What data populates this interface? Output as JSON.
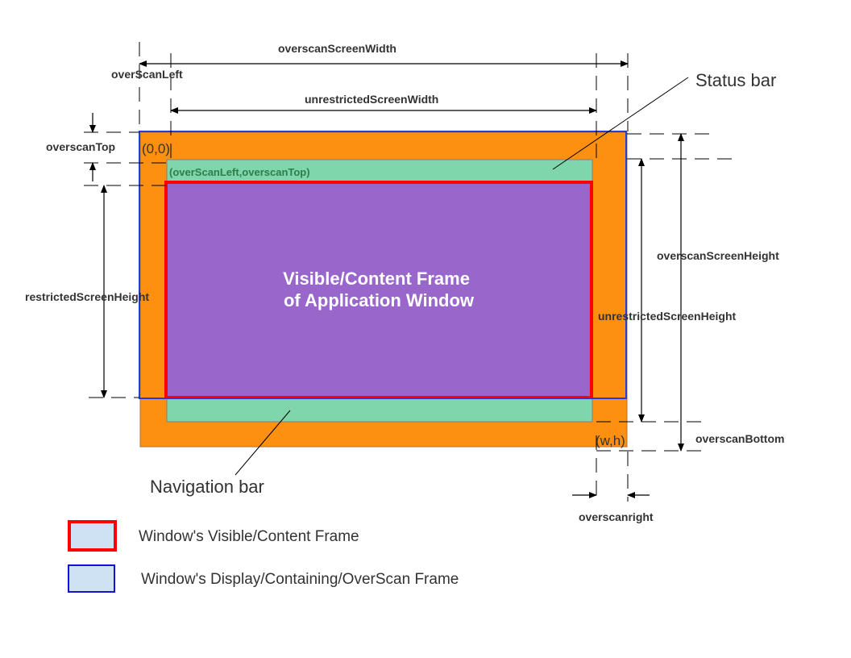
{
  "diagram": {
    "title": "Window frames and overscan layout",
    "colors": {
      "overscan_area": "#fd9010",
      "bars": "#7fd6ac",
      "content": "#9966cc",
      "visible_frame_border": "#ff0000",
      "display_frame_border": "#1e3fd8",
      "legend_fill": "#cfe2f3",
      "text": "#333333"
    },
    "dimension_labels": {
      "overscan_screen_width": "overscanScreenWidth",
      "overscan_left": "overScanLeft",
      "unrestricted_screen_width": "unrestrictedScreenWidth",
      "overscan_top": "overscanTop",
      "restricted_screen_height": "restrictedScreenHeight",
      "overscan_screen_height": "overscanScreenHeight",
      "unrestricted_screen_height": "unrestrictedScreenHeight",
      "overscan_bottom": "overscanBottom",
      "overscan_right": "overscanright"
    },
    "coordinates": {
      "origin": "(0,0)",
      "overscan_origin": "(overScanLeft,overscanTop)",
      "end": "(w,h)"
    },
    "callouts": {
      "status_bar": "Status bar",
      "navigation_bar": "Navigation bar"
    },
    "content_title": {
      "line1": "Visible/Content Frame",
      "line2": "of Application Window"
    },
    "legend": [
      {
        "label": "Window's Visible/Content Frame",
        "border": "red"
      },
      {
        "label": "Window's Display/Containing/OverScan Frame",
        "border": "blue"
      }
    ]
  }
}
